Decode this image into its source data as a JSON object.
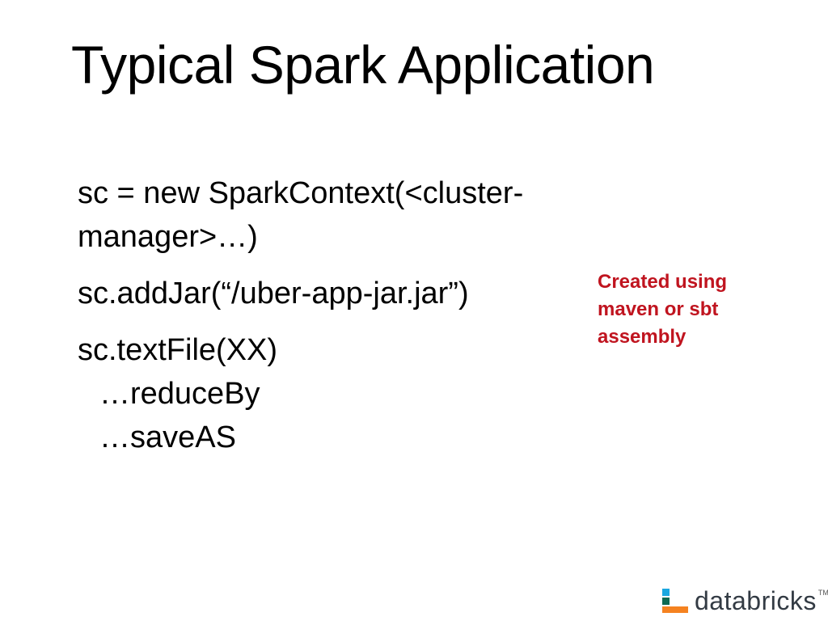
{
  "slide": {
    "title": "Typical Spark Application",
    "code": {
      "p1_line1": "sc = new SparkContext(<cluster-",
      "p1_line2": "manager>…)",
      "p2_line1": "sc.addJar(“/uber-app-jar.jar”)",
      "p3_line1": "sc.textFile(XX)",
      "p3_line2": "…reduceBy",
      "p3_line3": "…saveAS"
    },
    "note": {
      "line1": "Created using",
      "line2": "maven or sbt",
      "line3": "assembly",
      "color": "#c0141f"
    },
    "logo": {
      "text": "databricks",
      "tm": "TM",
      "icon": "databricks-logo-icon",
      "colors": [
        "#1aa7e0",
        "#0f6a52",
        "#f58220"
      ]
    }
  }
}
